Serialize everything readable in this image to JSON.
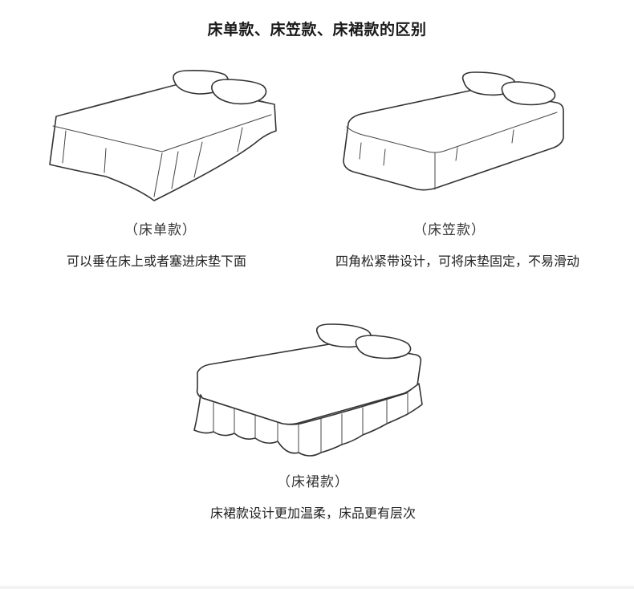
{
  "page": {
    "title": "床单款、床笠款、床裙款的区别"
  },
  "items": [
    {
      "caption": "（床单款）",
      "description": "可以垂在床上或者塞进床垫下面",
      "icon": "flat-sheet-bed-illustration"
    },
    {
      "caption": "（床笠款）",
      "description": "四角松紧带设计，可将床垫固定，不易滑动",
      "icon": "fitted-sheet-bed-illustration"
    },
    {
      "caption": "（床裙款）",
      "description": "床裙款设计更加温柔，床品更有层次",
      "icon": "bed-skirt-illustration"
    }
  ]
}
